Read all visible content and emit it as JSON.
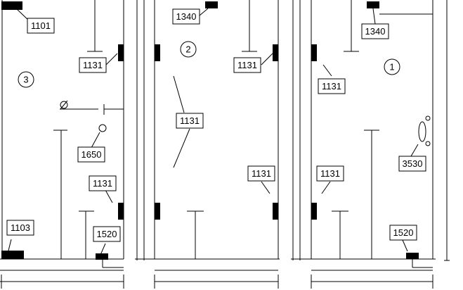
{
  "colors": {
    "ink": "#000000",
    "paper": "#ffffff"
  },
  "panels": [
    {
      "marker": "3",
      "callouts": [
        "1101",
        "1131",
        "1650",
        "1131",
        "1103",
        "1520"
      ]
    },
    {
      "marker": "2",
      "callouts": [
        "1340",
        "1131",
        "1131",
        "1131"
      ]
    },
    {
      "marker": "1",
      "callouts": [
        "1340",
        "1131",
        "3530",
        "1131",
        "1520"
      ]
    }
  ]
}
